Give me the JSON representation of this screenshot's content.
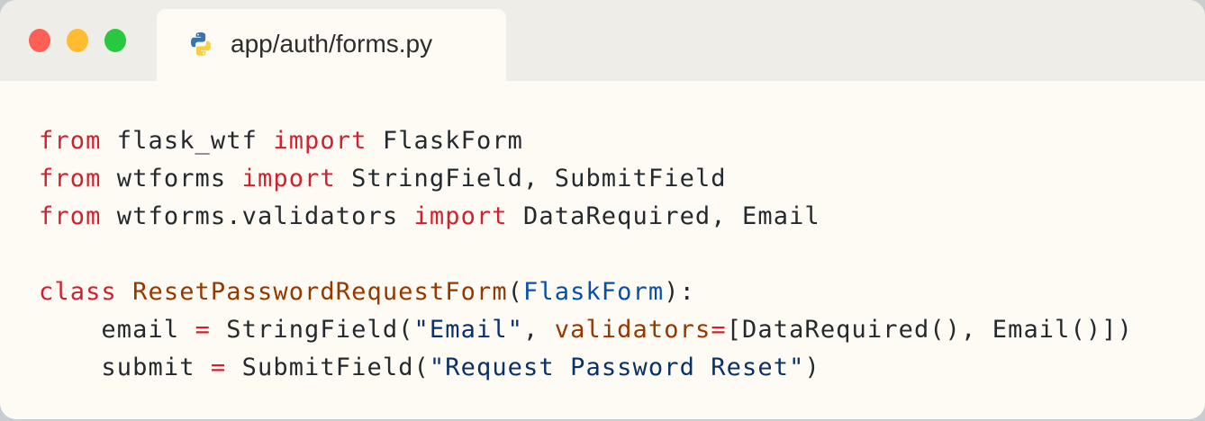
{
  "window": {
    "controls": {
      "close_color": "#fe5f57",
      "minimize_color": "#febc2e",
      "maximize_color": "#28c840"
    },
    "tab": {
      "icon": "python-icon",
      "title": "app/auth/forms.py"
    }
  },
  "code": {
    "language": "python",
    "lines": [
      [
        {
          "t": "from",
          "c": "kw"
        },
        {
          "t": " flask_wtf ",
          "c": "plain"
        },
        {
          "t": "import",
          "c": "kw"
        },
        {
          "t": " FlaskForm",
          "c": "plain"
        }
      ],
      [
        {
          "t": "from",
          "c": "kw"
        },
        {
          "t": " wtforms ",
          "c": "plain"
        },
        {
          "t": "import",
          "c": "kw"
        },
        {
          "t": " StringField, SubmitField",
          "c": "plain"
        }
      ],
      [
        {
          "t": "from",
          "c": "kw"
        },
        {
          "t": " wtforms.validators ",
          "c": "plain"
        },
        {
          "t": "import",
          "c": "kw"
        },
        {
          "t": " DataRequired, Email",
          "c": "plain"
        }
      ],
      [],
      [
        {
          "t": "class",
          "c": "kw"
        },
        {
          "t": " ",
          "c": "plain"
        },
        {
          "t": "ResetPasswordRequestForm",
          "c": "cls"
        },
        {
          "t": "(",
          "c": "plain"
        },
        {
          "t": "FlaskForm",
          "c": "base"
        },
        {
          "t": "):",
          "c": "plain"
        }
      ],
      [
        {
          "t": "    email ",
          "c": "plain"
        },
        {
          "t": "=",
          "c": "op"
        },
        {
          "t": " StringField(",
          "c": "plain"
        },
        {
          "t": "\"Email\"",
          "c": "str"
        },
        {
          "t": ", ",
          "c": "plain"
        },
        {
          "t": "validators",
          "c": "param"
        },
        {
          "t": "=",
          "c": "op"
        },
        {
          "t": "[DataRequired(), Email()])",
          "c": "plain"
        }
      ],
      [
        {
          "t": "    submit ",
          "c": "plain"
        },
        {
          "t": "=",
          "c": "op"
        },
        {
          "t": " SubmitField(",
          "c": "plain"
        },
        {
          "t": "\"Request Password Reset\"",
          "c": "str"
        },
        {
          "t": ")",
          "c": "plain"
        }
      ]
    ]
  }
}
